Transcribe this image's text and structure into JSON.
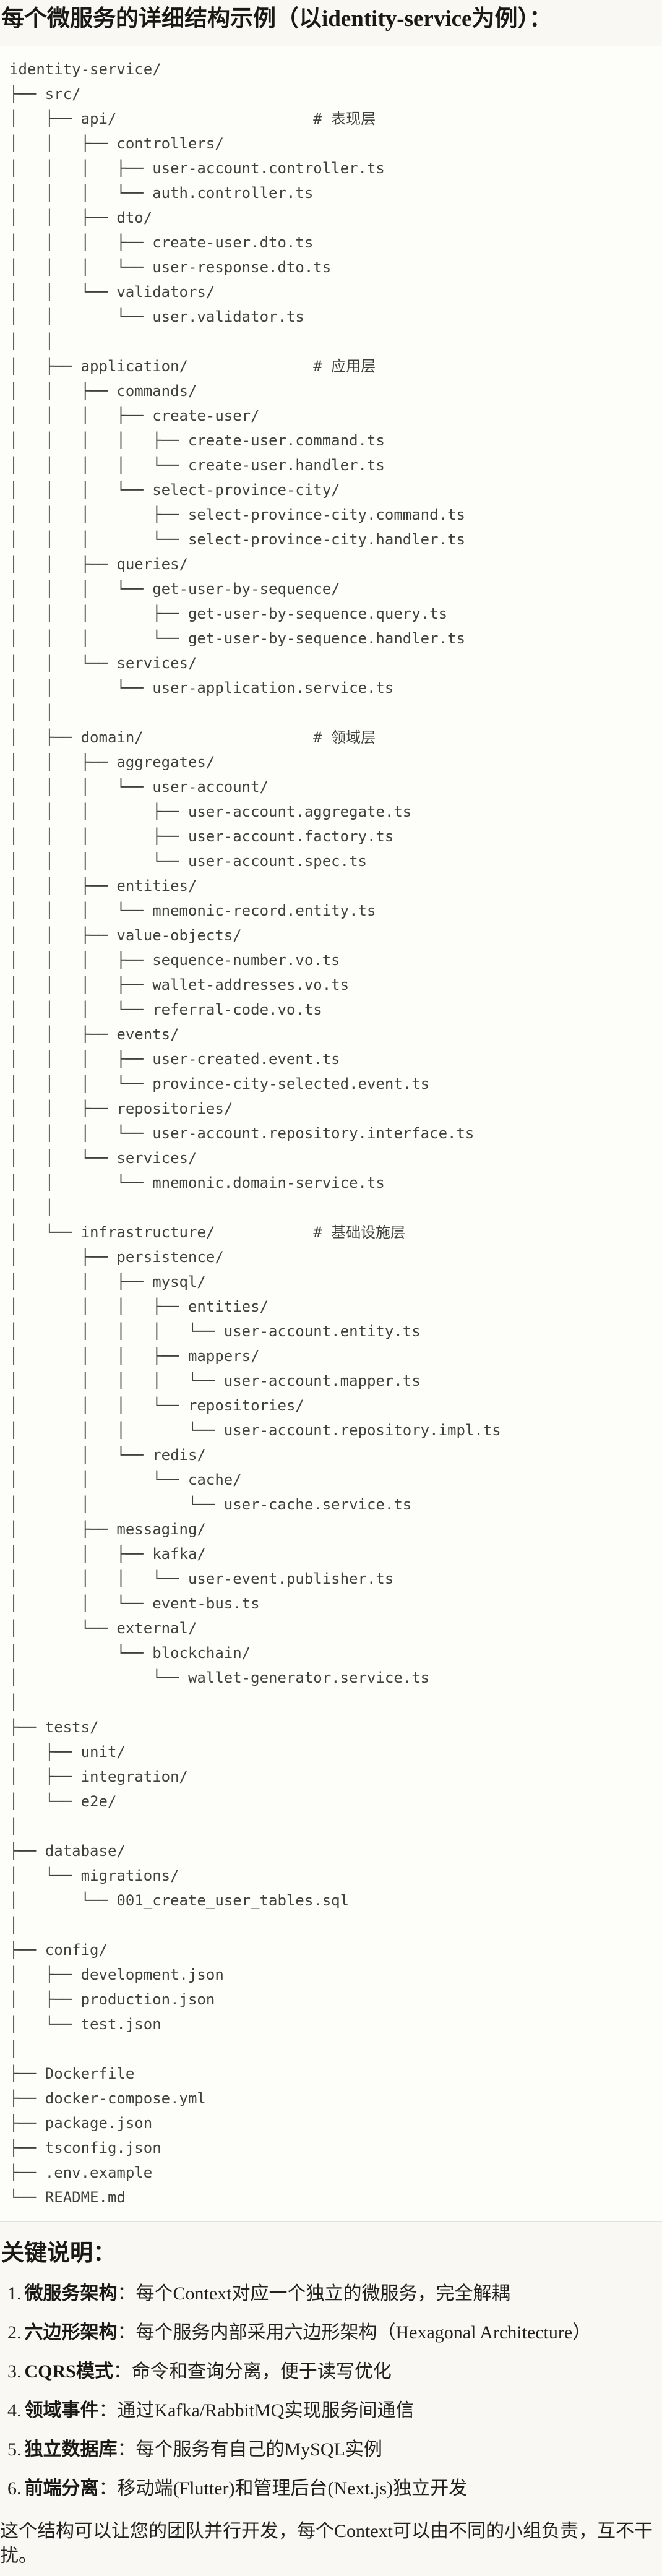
{
  "page": {
    "title": "每个微服务的详细结构示例（以identity-service为例）：",
    "tree_lines": [
      "identity-service/",
      "├── src/",
      "│   ├── api/                      # 表现层",
      "│   │   ├── controllers/",
      "│   │   │   ├── user-account.controller.ts",
      "│   │   │   └── auth.controller.ts",
      "│   │   ├── dto/",
      "│   │   │   ├── create-user.dto.ts",
      "│   │   │   └── user-response.dto.ts",
      "│   │   └── validators/",
      "│   │       └── user.validator.ts",
      "│   │",
      "│   ├── application/              # 应用层",
      "│   │   ├── commands/",
      "│   │   │   ├── create-user/",
      "│   │   │   │   ├── create-user.command.ts",
      "│   │   │   │   └── create-user.handler.ts",
      "│   │   │   └── select-province-city/",
      "│   │   │       ├── select-province-city.command.ts",
      "│   │   │       └── select-province-city.handler.ts",
      "│   │   ├── queries/",
      "│   │   │   └── get-user-by-sequence/",
      "│   │   │       ├── get-user-by-sequence.query.ts",
      "│   │   │       └── get-user-by-sequence.handler.ts",
      "│   │   └── services/",
      "│   │       └── user-application.service.ts",
      "│   │",
      "│   ├── domain/                   # 领域层",
      "│   │   ├── aggregates/",
      "│   │   │   └── user-account/",
      "│   │   │       ├── user-account.aggregate.ts",
      "│   │   │       ├── user-account.factory.ts",
      "│   │   │       └── user-account.spec.ts",
      "│   │   ├── entities/",
      "│   │   │   └── mnemonic-record.entity.ts",
      "│   │   ├── value-objects/",
      "│   │   │   ├── sequence-number.vo.ts",
      "│   │   │   ├── wallet-addresses.vo.ts",
      "│   │   │   └── referral-code.vo.ts",
      "│   │   ├── events/",
      "│   │   │   ├── user-created.event.ts",
      "│   │   │   └── province-city-selected.event.ts",
      "│   │   ├── repositories/",
      "│   │   │   └── user-account.repository.interface.ts",
      "│   │   └── services/",
      "│   │       └── mnemonic.domain-service.ts",
      "│   │",
      "│   └── infrastructure/           # 基础设施层",
      "│       ├── persistence/",
      "│       │   ├── mysql/",
      "│       │   │   ├── entities/",
      "│       │   │   │   └── user-account.entity.ts",
      "│       │   │   ├── mappers/",
      "│       │   │   │   └── user-account.mapper.ts",
      "│       │   │   └── repositories/",
      "│       │   │       └── user-account.repository.impl.ts",
      "│       │   └── redis/",
      "│       │       └── cache/",
      "│       │           └── user-cache.service.ts",
      "│       ├── messaging/",
      "│       │   ├── kafka/",
      "│       │   │   └── user-event.publisher.ts",
      "│       │   └── event-bus.ts",
      "│       └── external/",
      "│           └── blockchain/",
      "│               └── wallet-generator.service.ts",
      "│",
      "├── tests/",
      "│   ├── unit/",
      "│   ├── integration/",
      "│   └── e2e/",
      "│",
      "├── database/",
      "│   └── migrations/",
      "│       └── 001_create_user_tables.sql",
      "│",
      "├── config/",
      "│   ├── development.json",
      "│   ├── production.json",
      "│   └── test.json",
      "│",
      "├── Dockerfile",
      "├── docker-compose.yml",
      "├── package.json",
      "├── tsconfig.json",
      "├── .env.example",
      "└── README.md"
    ],
    "notes": {
      "heading": "关键说明：",
      "items": [
        {
          "num": "1.",
          "term": "微服务架构",
          "desc": "：每个Context对应一个独立的微服务，完全解耦"
        },
        {
          "num": "2.",
          "term": "六边形架构",
          "desc": "：每个服务内部采用六边形架构（Hexagonal Architecture）"
        },
        {
          "num": "3.",
          "term": "CQRS模式",
          "desc": "：命令和查询分离，便于读写优化"
        },
        {
          "num": "4.",
          "term": "领域事件",
          "desc": "：通过Kafka/RabbitMQ实现服务间通信"
        },
        {
          "num": "5.",
          "term": "独立数据库",
          "desc": "：每个服务有自己的MySQL实例"
        },
        {
          "num": "6.",
          "term": "前端分离",
          "desc": "：移动端(Flutter)和管理后台(Next.js)独立开发"
        }
      ]
    },
    "closing": "这个结构可以让您的团队并行开发，每个Context可以由不同的小组负责，互不干扰。",
    "colors": {
      "page_bg": "#f9f8f3",
      "code_bg": "#fdfdfa",
      "code_border": "#e4e2d8",
      "tree_text": "#41413c",
      "heading_text": "#1a1915",
      "body_text": "#232220"
    }
  }
}
